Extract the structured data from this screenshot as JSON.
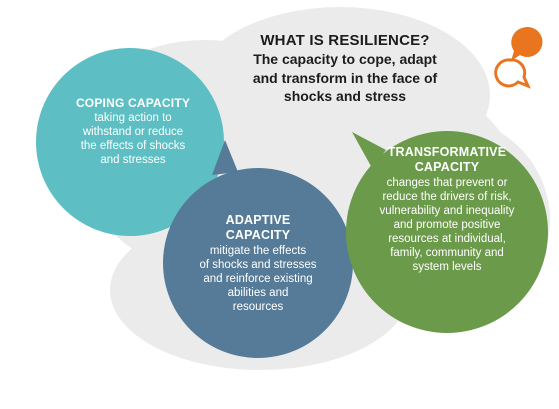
{
  "colors": {
    "cloud": "#ebebec",
    "coping": "#5dbfc3",
    "adaptive": "#557b98",
    "transformative": "#6b9a4a",
    "icon": "#e9761f",
    "title_text": "#1c1c1c",
    "bubble_text": "#ffffff"
  },
  "icon": "chat-bubbles-icon",
  "title": {
    "heading": "WHAT IS RESILIENCE?",
    "lines": [
      "The capacity to cope, adapt",
      "and transform in the face of",
      "shocks and stress"
    ]
  },
  "coping": {
    "heading": "COPING CAPACITY",
    "lines": [
      "taking action to",
      "withstand or reduce",
      "the effects of shocks",
      "and stresses"
    ]
  },
  "adaptive": {
    "heading_lines": [
      "ADAPTIVE",
      "CAPACITY"
    ],
    "lines": [
      "mitigate the effects",
      "of shocks and stresses",
      "and reinforce existing",
      "abilities and",
      "resources"
    ]
  },
  "transformative": {
    "heading_lines": [
      "TRANSFORMATIVE",
      "CAPACITY"
    ],
    "lines": [
      "changes that prevent or",
      "reduce the drivers of risk,",
      "vulnerability and inequality",
      "and promote positive",
      "resources at individual,",
      "family, community and",
      "system levels"
    ]
  }
}
